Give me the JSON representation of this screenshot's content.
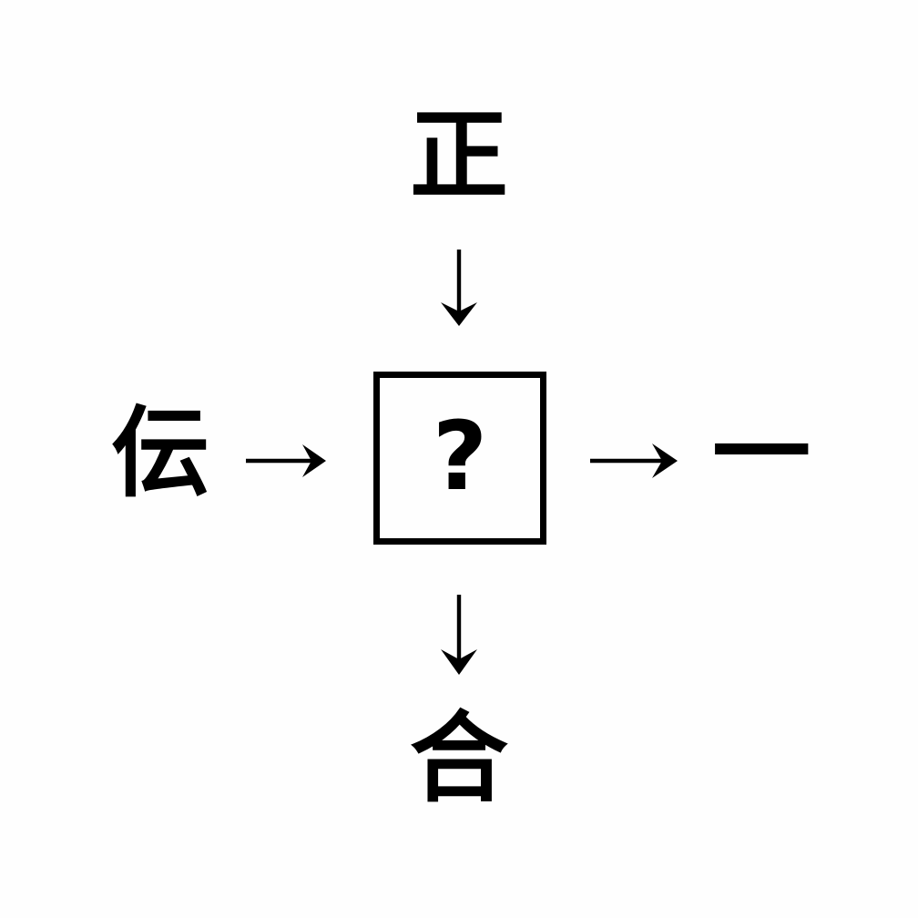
{
  "diagram": {
    "type": "kanji-relation-puzzle",
    "background_color": "#fefefe",
    "stroke_color": "#000000",
    "nodes": {
      "top": {
        "character": "正",
        "name": "kanji-top",
        "position": "top"
      },
      "left": {
        "character": "伝",
        "name": "kanji-left",
        "position": "left"
      },
      "right": {
        "character": "一",
        "name": "kanji-right",
        "position": "right"
      },
      "bottom": {
        "character": "合",
        "name": "kanji-bottom",
        "position": "bottom"
      },
      "center": {
        "character": "?",
        "name": "answer-box",
        "position": "center",
        "is_unknown": true
      }
    },
    "arrows": [
      {
        "name": "arrow-top-down",
        "from": "正",
        "to": "?",
        "direction": "down",
        "glyph": "↓"
      },
      {
        "name": "arrow-left-right",
        "from": "伝",
        "to": "?",
        "direction": "right",
        "glyph": "→"
      },
      {
        "name": "arrow-right-out",
        "from": "?",
        "to": "一",
        "direction": "right",
        "glyph": "→"
      },
      {
        "name": "arrow-bottom-down",
        "from": "?",
        "to": "合",
        "direction": "down",
        "glyph": "↓"
      }
    ]
  }
}
